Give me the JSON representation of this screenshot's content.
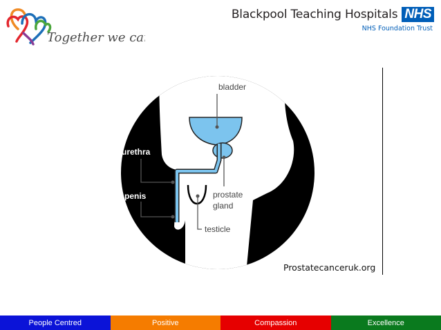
{
  "logo": {
    "tagline": "Together we care"
  },
  "brand": {
    "name": "Blackpool Teaching Hospitals",
    "badge": "NHS",
    "subtitle": "NHS Foundation Trust"
  },
  "diagram": {
    "labels": {
      "bladder": "bladder",
      "urethra": "urethra",
      "penis": "penis",
      "prostate_line1": "prostate",
      "prostate_line2": "gland",
      "testicle": "testicle"
    }
  },
  "source": "Prostatecanceruk.org",
  "footer": [
    {
      "label": "People Centred",
      "color": "#0b13d8"
    },
    {
      "label": "Positive",
      "color": "#f57c00"
    },
    {
      "label": "Compassion",
      "color": "#e60000"
    },
    {
      "label": "Excellence",
      "color": "#0a7a1e"
    }
  ],
  "colors": {
    "nhs_blue": "#005eb8",
    "bladder_blue": "#7cc4ee"
  }
}
